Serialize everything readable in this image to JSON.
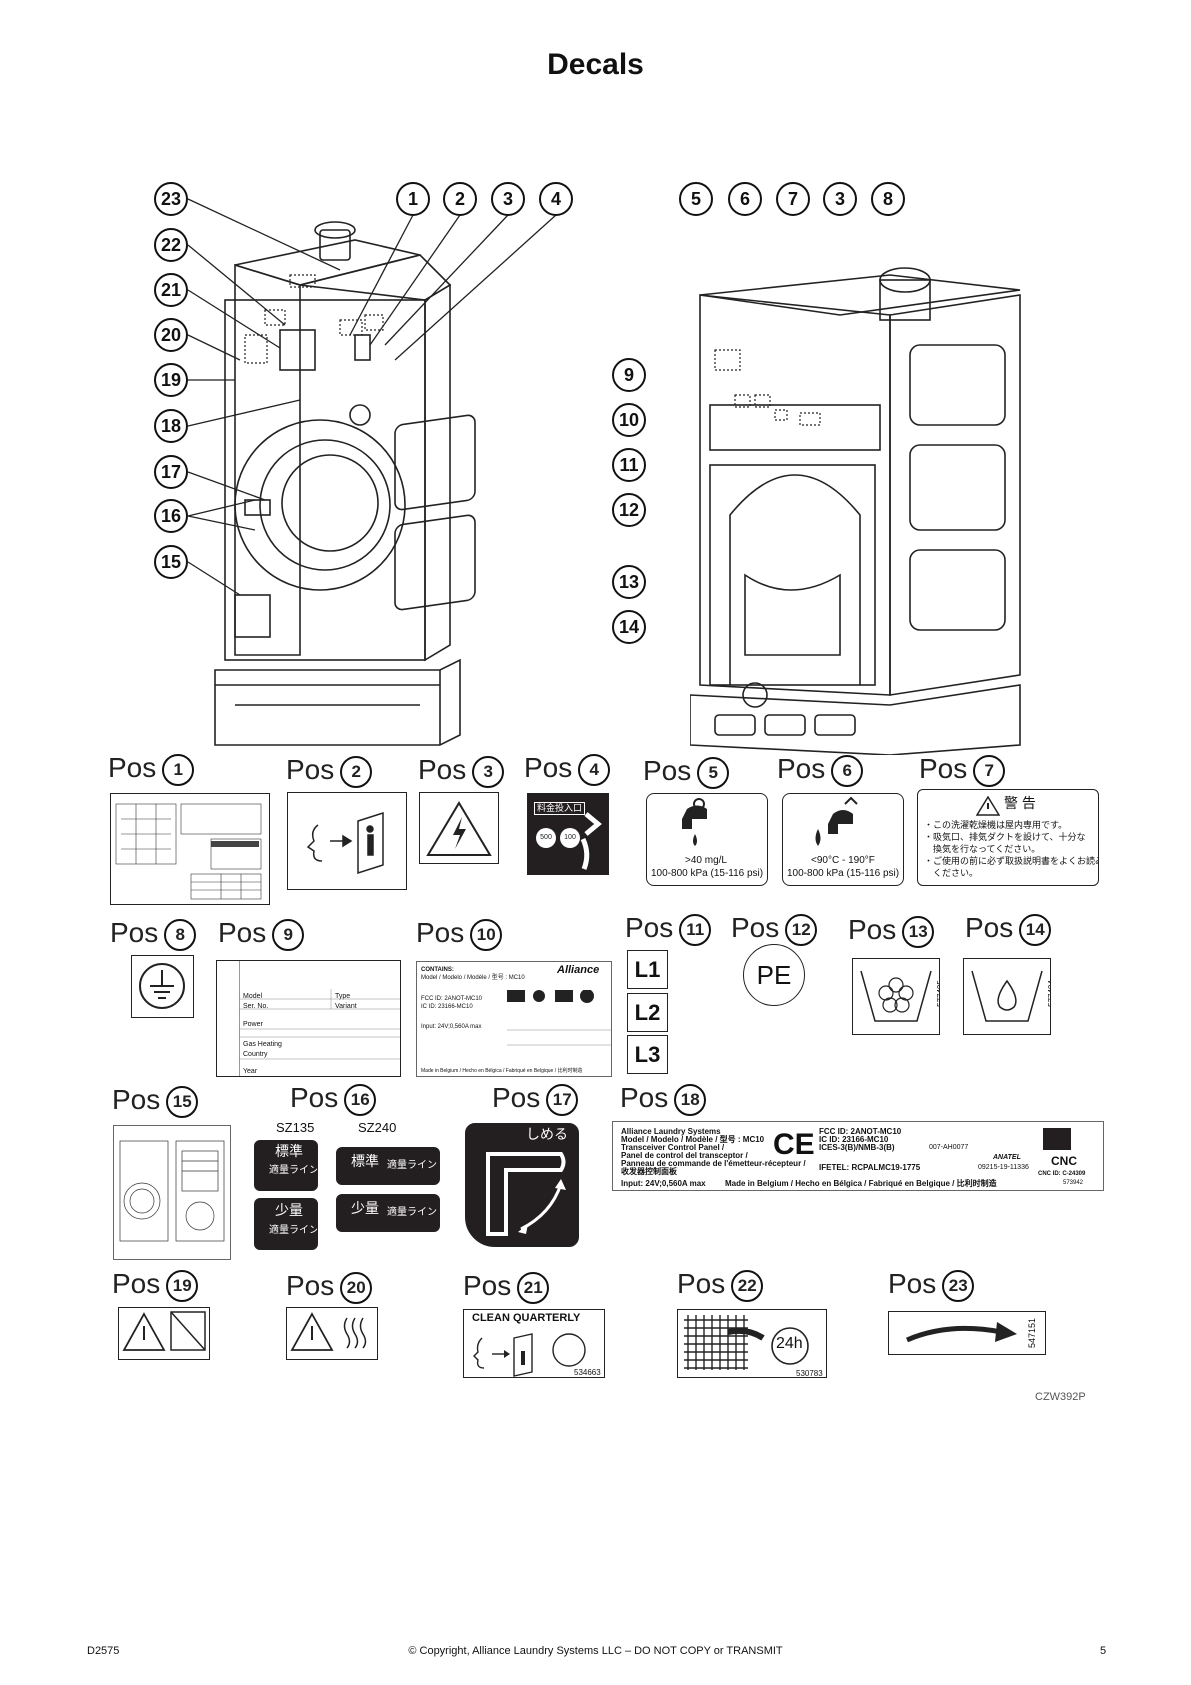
{
  "page": {
    "title": "Decals",
    "figure_code": "CZW392P",
    "footer_left": "D2575",
    "footer_center": "© Copyright, Alliance Laundry Systems LLC – DO NOT COPY or TRANSMIT",
    "footer_right": "5"
  },
  "callouts_left": [
    "23",
    "22",
    "21",
    "20",
    "19",
    "18",
    "17",
    "16",
    "15"
  ],
  "callouts_top_left": [
    "1",
    "2",
    "3",
    "4"
  ],
  "callouts_top_right": [
    "5",
    "6",
    "7",
    "3",
    "8"
  ],
  "callouts_right": [
    "9",
    "10",
    "11",
    "12",
    "13",
    "14"
  ],
  "pos_label": "Pos",
  "positions": [
    "1",
    "2",
    "3",
    "4",
    "5",
    "6",
    "7",
    "8",
    "9",
    "10",
    "11",
    "12",
    "13",
    "14",
    "15",
    "16",
    "17",
    "18",
    "19",
    "20",
    "21",
    "22",
    "23"
  ],
  "decals": {
    "d4": {
      "label": "料金投入口",
      "coin1": "500",
      "coin2": "100"
    },
    "d5": {
      "line1": ">40 mg/L",
      "line2": "100-800 kPa (15-116 psi)"
    },
    "d6": {
      "line1": "<90°C - 190°F",
      "line2": "100-800 kPa (15-116 psi)"
    },
    "d7": {
      "title": "警 告",
      "l1": "・この洗濯乾燥機は屋内専用です。",
      "l2": "・吸気口、排気ダクトを設けて、十分な",
      "l3": "　換気を行なってください。",
      "l4": "・ご使用の前に必ず取扱説明書をよくお読み",
      "l5": "　ください。"
    },
    "d9": {
      "model": "Model",
      "ser": "Ser. No.",
      "type": "Type",
      "variant": "Variant",
      "power": "Power",
      "gas": "Gas Heating",
      "country": "Country",
      "year": "Year"
    },
    "d10": {
      "contains": "CONTAINS:",
      "model": "Model / Modelo / Modèle / 型号 : MC10",
      "fcc": "FCC ID: 2ANOT-MC10",
      "ic": "IC ID: 23166-MC10",
      "input": "Input: 24V;0,560A max",
      "made": "Made in Belgium / Hecho en Bélgica / Fabriqué en Belgique / 比利时制造",
      "brand": "Alliance"
    },
    "d11": [
      "L1",
      "L2",
      "L3"
    ],
    "d12": "PE",
    "d13": "577405",
    "d14": "577404",
    "d16": {
      "model1": "SZ135",
      "model2": "SZ240",
      "std": "標準",
      "std_sub": "適量ライン",
      "small": "少量",
      "small_sub": "適量ライン"
    },
    "d17": "しめる",
    "d18": {
      "l1": "Alliance Laundry Systems",
      "l2": "Model / Modelo / Modèle / 型号 : MC10",
      "l3": "Transceiver Control Panel /",
      "l4": "Panel de control del transceptor /",
      "l5": "Panneau de commande de l'émetteur-récepteur /",
      "l6": "收发器控制面板",
      "fcc": "FCC ID: 2ANOT-MC10",
      "ic": "IC ID: 23166-MC10",
      "ices": "ICES-3(B)/NMB-3(B)",
      "ifetel": "IFETEL: RCPALMC19-1775",
      "anatel": "ANATEL",
      "anatel_no": "09215-19-11336",
      "r": "007-AH0077",
      "cnc": "CNC",
      "cnc_id": "CNC ID: C-24309",
      "input": "Input: 24V;0,560A max",
      "made": "Made in Belgium / Hecho en Bélgica / Fabriqué en Belgique / 比利时制造",
      "code": "573942"
    },
    "d21": {
      "title": "CLEAN QUARTERLY",
      "code": "534663"
    },
    "d22": {
      "time": "24h",
      "code": "530783"
    },
    "d23": "547151"
  }
}
